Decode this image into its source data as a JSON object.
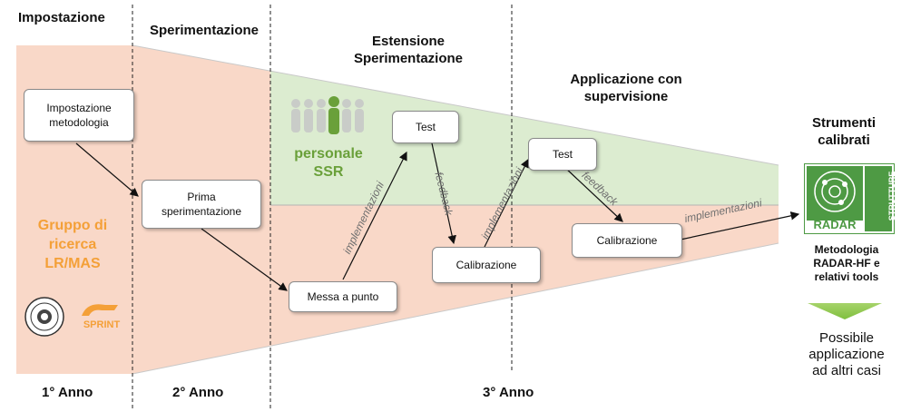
{
  "colors": {
    "salmon": "#f9d8c8",
    "salmon_dark": "#f6cdb8",
    "green": "#dcecd0",
    "orange": "#f4a038",
    "green_text": "#6aa03a",
    "radar_green": "#4e9a44"
  },
  "phases": {
    "impostazione": "Impostazione",
    "sperimentazione": "Sperimentazione",
    "estensione": "Estensione\nSperimentazione",
    "applicazione": "Applicazione con\nsupervisione",
    "strumenti": "Strumenti\ncalibrati"
  },
  "boxes": {
    "impostazione": "Impostazione\nmetodologia",
    "prima": "Prima\nsperimentazione",
    "messa": "Messa a punto",
    "test1": "Test",
    "calib1": "Calibrazione",
    "test2": "Test",
    "calib2": "Calibrazione"
  },
  "arrow_labels": {
    "impl1": "implementazioni",
    "feed1": "feedback",
    "impl2": "implementazioni",
    "feed2": "feedback",
    "impl3": "implementazioni"
  },
  "gruppo": "Gruppo di\nricerca\nLR/MAS",
  "sprint": "SPRINT",
  "personale": "personale\nSSR",
  "radar": {
    "name": "RADAR",
    "side1": "STRUTTURE",
    "side2": "OSPEDALIERE",
    "caption": "Metodologia\nRADAR-HF e\nrelativi tools"
  },
  "possibile": "Possibile\napplicazione\nad altri casi",
  "years": {
    "y1": "1° Anno",
    "y2": "2° Anno",
    "y3": "3° Anno"
  },
  "icons": [
    "university-seal-icon",
    "sprint-logo-icon",
    "people-group-icon",
    "radar-logo-icon",
    "down-arrow-icon"
  ]
}
